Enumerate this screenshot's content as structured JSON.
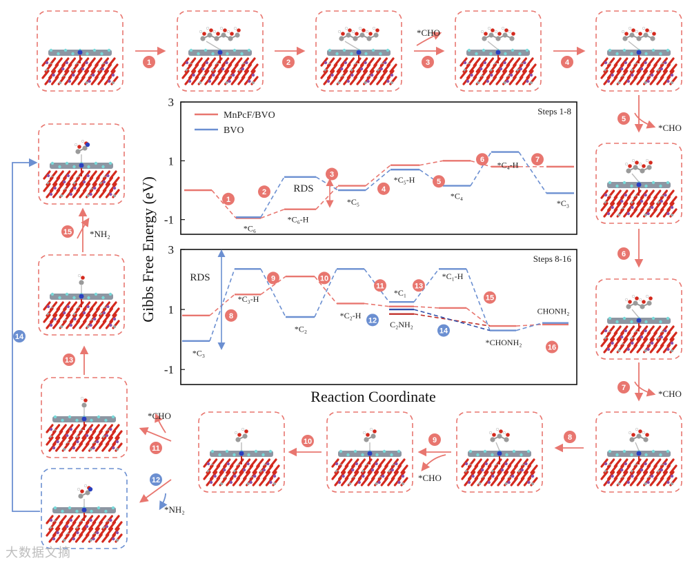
{
  "colors": {
    "red": "#e8766f",
    "blue": "#6b8fd1",
    "dark_red": "#c0302a",
    "dark_blue": "#2f4ea8"
  },
  "tiles": [
    {
      "id": "t1",
      "border": "red",
      "adsorbate": "none"
    },
    {
      "id": "t2",
      "border": "red",
      "adsorbate": "C6"
    },
    {
      "id": "t3",
      "border": "red",
      "adsorbate": "C6-H"
    },
    {
      "id": "t4",
      "border": "red",
      "adsorbate": "C5"
    },
    {
      "id": "t5",
      "border": "red",
      "adsorbate": "C5-H"
    },
    {
      "id": "t6",
      "border": "red",
      "adsorbate": "C4"
    },
    {
      "id": "t7",
      "border": "red",
      "adsorbate": "C4-H"
    },
    {
      "id": "t8",
      "border": "red",
      "adsorbate": "C3"
    },
    {
      "id": "t9",
      "border": "red",
      "adsorbate": "C3-H"
    },
    {
      "id": "t10",
      "border": "red",
      "adsorbate": "C2"
    },
    {
      "id": "t11",
      "border": "red",
      "adsorbate": "C2-H"
    },
    {
      "id": "t12",
      "border": "red",
      "adsorbate": "C1"
    },
    {
      "id": "t13",
      "border": "blue",
      "adsorbate": "C2NH2"
    },
    {
      "id": "t14",
      "border": "red",
      "adsorbate": "C1-H"
    },
    {
      "id": "t15",
      "border": "red",
      "adsorbate": "CHONH2"
    }
  ],
  "steps": {
    "s1": {
      "num": "1",
      "color": "red"
    },
    "s2": {
      "num": "2",
      "color": "red"
    },
    "s3": {
      "num": "3",
      "color": "red",
      "label": "*CHO"
    },
    "s4": {
      "num": "4",
      "color": "red"
    },
    "s5": {
      "num": "5",
      "color": "red",
      "label": "*CHO"
    },
    "s6": {
      "num": "6",
      "color": "red"
    },
    "s7": {
      "num": "7",
      "color": "red",
      "label": "*CHO"
    },
    "s8": {
      "num": "8",
      "color": "red"
    },
    "s9": {
      "num": "9",
      "color": "red",
      "label": "*CHO"
    },
    "s10": {
      "num": "10",
      "color": "red"
    },
    "s11": {
      "num": "11",
      "color": "red",
      "label": "*CHO"
    },
    "s12": {
      "num": "12",
      "color": "blue",
      "label": "*NH₂"
    },
    "s13": {
      "num": "13",
      "color": "red"
    },
    "s14": {
      "num": "14",
      "color": "blue"
    },
    "s15": {
      "num": "15",
      "color": "red",
      "label": "*NH₂"
    }
  },
  "chart_data": [
    {
      "type": "line",
      "panel_label": "Steps 1-8",
      "ylim": [
        -1.5,
        3
      ],
      "yticks": [
        "3",
        "1",
        "-1"
      ],
      "legend": [
        {
          "name": "MnPcF/BVO",
          "color": "red"
        },
        {
          "name": "BVO",
          "color": "blue"
        }
      ],
      "series": [
        {
          "name": "MnPcF/BVO",
          "color": "red",
          "levels": [
            {
              "x": [
                267,
                307
              ],
              "y": 0.0
            },
            {
              "x": [
                342,
                378
              ],
              "y": -0.95
            },
            {
              "x": [
                412,
                458
              ],
              "y": -0.65
            },
            {
              "x": [
                490,
                530
              ],
              "y": 0.15
            },
            {
              "x": [
                566,
                608
              ],
              "y": 0.85
            },
            {
              "x": [
                642,
                682
              ],
              "y": 1.0
            },
            {
              "x": [
                712,
                752
              ],
              "y": 0.8
            },
            {
              "x": [
                792,
                832
              ],
              "y": 0.8
            }
          ]
        },
        {
          "name": "BVO",
          "color": "blue",
          "levels": [
            {
              "x": [
                342,
                378
              ],
              "y": -0.92
            },
            {
              "x": [
                412,
                458
              ],
              "y": 0.45
            },
            {
              "x": [
                490,
                530
              ],
              "y": 0.0
            },
            {
              "x": [
                566,
                608
              ],
              "y": 0.7
            },
            {
              "x": [
                642,
                682
              ],
              "y": 0.15
            },
            {
              "x": [
                712,
                752
              ],
              "y": 1.3
            },
            {
              "x": [
                792,
                832
              ],
              "y": -0.1
            }
          ]
        }
      ],
      "annotations": [
        {
          "text": "RDS",
          "color": "red",
          "value": 0.05
        },
        {
          "text": "*C₆",
          "value": -1.3
        },
        {
          "text": "*C₆-H",
          "value": -1.0
        },
        {
          "text": "*C₅",
          "value": -0.4
        },
        {
          "text": "*C₅-H",
          "value": 0.35
        },
        {
          "text": "*C₄",
          "value": -0.2
        },
        {
          "text": "*C₄-H",
          "value": 0.85
        },
        {
          "text": "*C₃",
          "value": -0.45
        }
      ],
      "markers": [
        "1",
        "2",
        "3",
        "4",
        "5",
        "6",
        "7"
      ]
    },
    {
      "type": "line",
      "panel_label": "Steps 8-16",
      "ylim": [
        -1.5,
        3
      ],
      "yticks": [
        "3",
        "1",
        "-1"
      ],
      "series": [
        {
          "name": "MnPcF/BVO",
          "color": "red",
          "levels": [
            {
              "x": [
                264,
                304
              ],
              "y": 0.8
            },
            {
              "x": [
                340,
                378
              ],
              "y": 1.5
            },
            {
              "x": [
                414,
                456
              ],
              "y": 2.1
            },
            {
              "x": [
                488,
                528
              ],
              "y": 1.2
            },
            {
              "x": [
                564,
                600
              ],
              "y": 1.1
            },
            {
              "x": [
                636,
                676
              ],
              "y": 1.05
            },
            {
              "x": [
                710,
                748
              ],
              "y": 0.45
            },
            {
              "x": [
                786,
                824
              ],
              "y": 0.5
            }
          ]
        },
        {
          "name": "BVO",
          "color": "blue",
          "levels": [
            {
              "x": [
                264,
                304
              ],
              "y": -0.05
            },
            {
              "x": [
                340,
                378
              ],
              "y": 2.35
            },
            {
              "x": [
                414,
                456
              ],
              "y": 0.75
            },
            {
              "x": [
                488,
                528
              ],
              "y": 2.35
            },
            {
              "x": [
                564,
                600
              ],
              "y": 1.25
            },
            {
              "x": [
                636,
                676
              ],
              "y": 2.35
            },
            {
              "x": [
                710,
                748
              ],
              "y": 0.3
            },
            {
              "x": [
                786,
                824
              ],
              "y": 0.55
            }
          ]
        }
      ],
      "extra_levels": [
        {
          "color": "dark_red",
          "x": [
            564,
            600
          ],
          "y": 0.85
        },
        {
          "color": "dark_blue",
          "x": [
            564,
            600
          ],
          "y": 1.0
        }
      ],
      "annotations": [
        {
          "text": "RDS",
          "color": "blue",
          "value": 2.15
        },
        {
          "text": "*C₃",
          "value": -0.45
        },
        {
          "text": "*C₃-H",
          "value": 1.35
        },
        {
          "text": "*C₂",
          "value": 0.35
        },
        {
          "text": "*C₂-H",
          "value": 0.8
        },
        {
          "text": "*C₁",
          "value": 1.55
        },
        {
          "text": "C₂NH₂",
          "value": 0.5
        },
        {
          "text": "*C₁-H",
          "value": 2.1
        },
        {
          "text": "*CHONH₂",
          "value": -0.1
        },
        {
          "text": "CHONH₂",
          "value": 0.95
        }
      ],
      "markers": [
        "8",
        "9",
        "10",
        "11",
        "12",
        "13",
        "14",
        "15",
        "16"
      ]
    }
  ],
  "axes": {
    "ylabel": "Gibbs Free Energy (eV)",
    "xlabel": "Reaction Coordinate"
  },
  "watermark": "大数据文摘"
}
